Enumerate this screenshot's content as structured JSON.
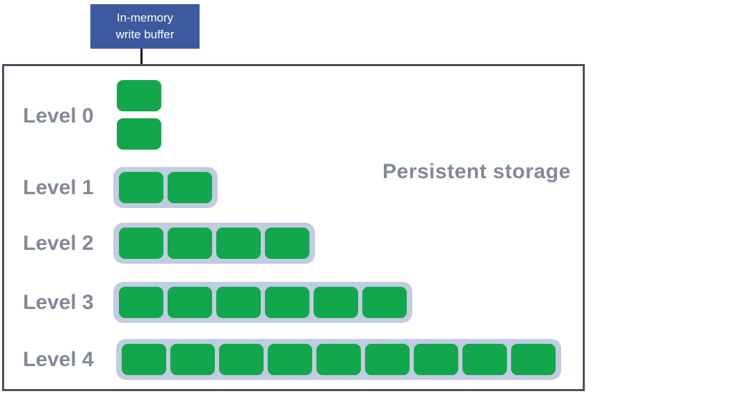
{
  "callout": {
    "line1": "In-memory",
    "line2": "write buffer"
  },
  "storage": {
    "label": "Persistent storage",
    "levels": [
      {
        "label": "Level 0",
        "blocks": 2,
        "grouped": false
      },
      {
        "label": "Level 1",
        "blocks": 2,
        "grouped": true
      },
      {
        "label": "Level 2",
        "blocks": 4,
        "grouped": true
      },
      {
        "label": "Level 3",
        "blocks": 6,
        "grouped": true
      },
      {
        "label": "Level 4",
        "blocks": 9,
        "grouped": true
      }
    ]
  },
  "colors": {
    "block_green": "#12a74c",
    "group_background": "#c2cce0",
    "box_border": "#4a505b",
    "callout_blue": "#3c5a9d",
    "callout_text": "#ffffff",
    "label_gray": "#828996",
    "arrow_black": "#111111"
  }
}
